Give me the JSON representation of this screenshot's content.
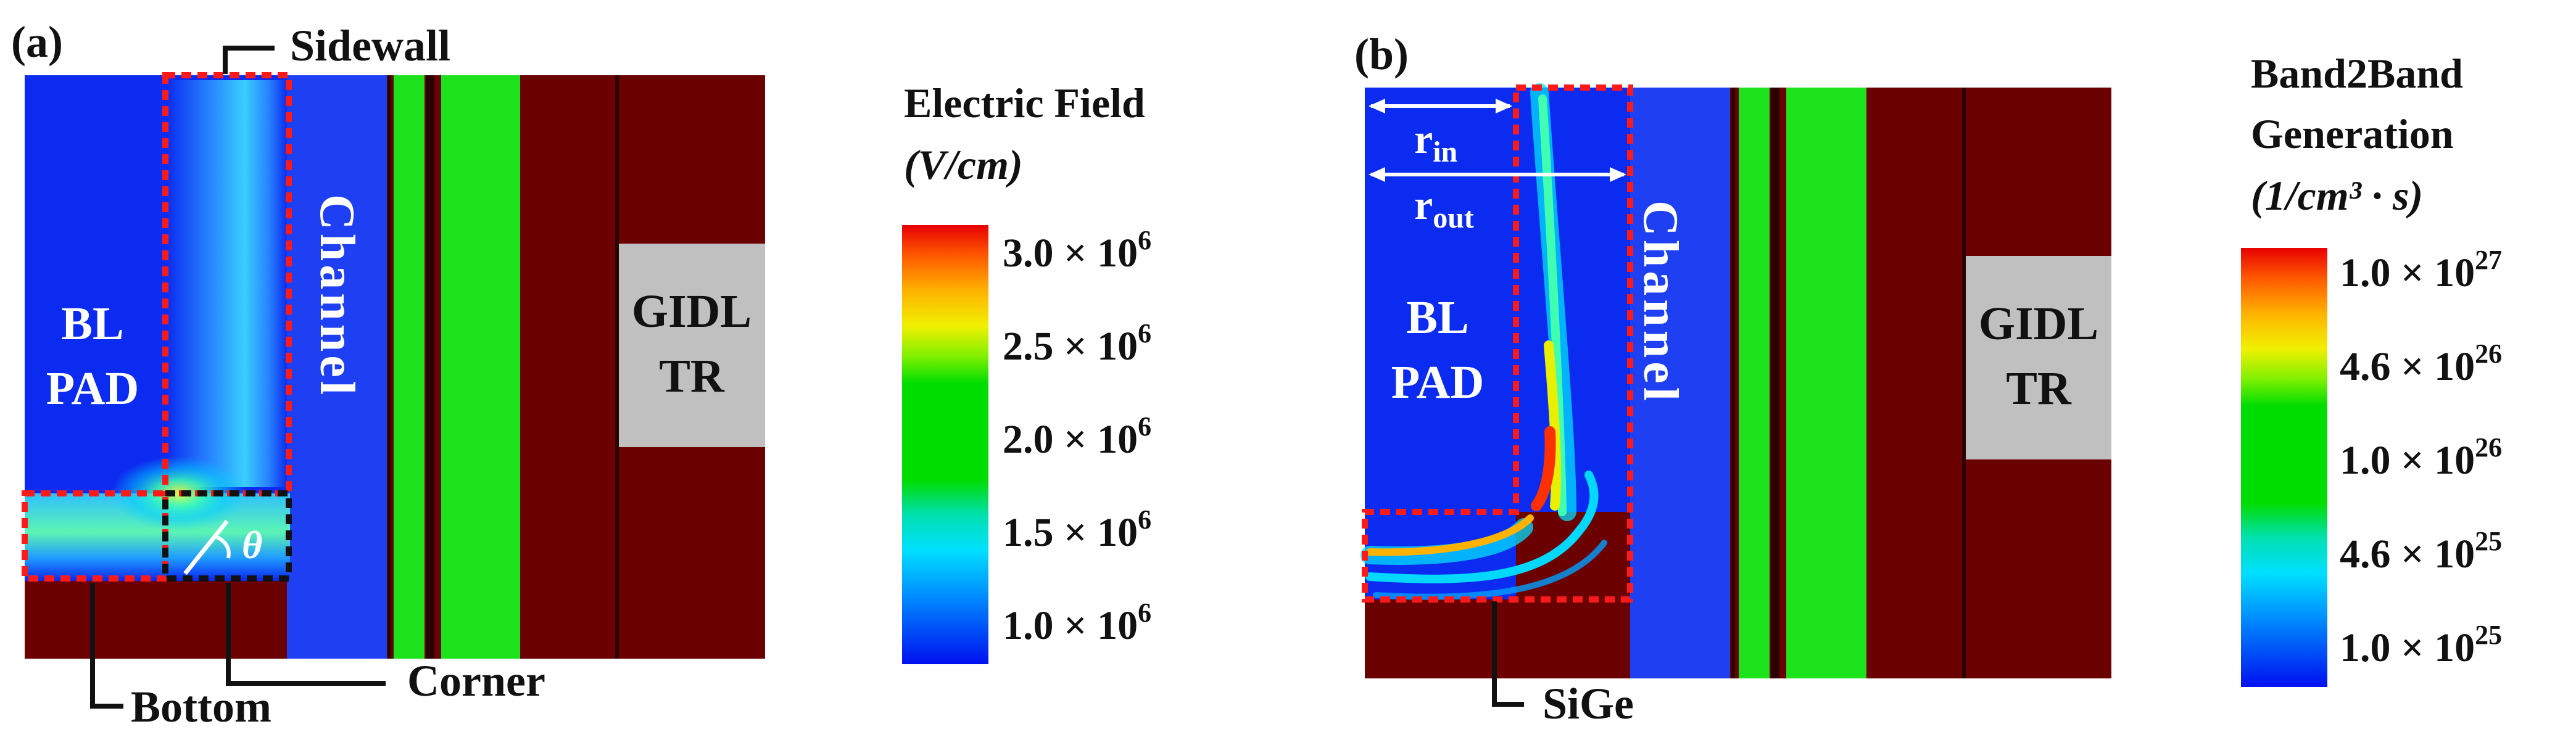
{
  "panel_a": {
    "label": "(a)",
    "region_labels": {
      "bl_pad_line1": "BL",
      "bl_pad_line2": "PAD",
      "channel": "Channel",
      "gidl_line1": "GIDL",
      "gidl_line2": "TR",
      "theta": "θ"
    },
    "callouts": {
      "sidewall": "Sidewall",
      "bottom": "Bottom",
      "corner": "Corner"
    },
    "colorbar": {
      "title_line1": "Electric Field",
      "title_line2": "(V/cm)",
      "ticks": [
        {
          "mantissa": "3.0 × 10",
          "exp": "6"
        },
        {
          "mantissa": "2.5 × 10",
          "exp": "6"
        },
        {
          "mantissa": "2.0 × 10",
          "exp": "6"
        },
        {
          "mantissa": "1.5 × 10",
          "exp": "6"
        },
        {
          "mantissa": "1.0 × 10",
          "exp": "6"
        }
      ]
    }
  },
  "panel_b": {
    "label": "(b)",
    "region_labels": {
      "bl_pad_line1": "BL",
      "bl_pad_line2": "PAD",
      "channel": "Channel",
      "gidl_line1": "GIDL",
      "gidl_line2": "TR"
    },
    "dims": {
      "r_in_base": "r",
      "r_in_sub": "in",
      "r_out_base": "r",
      "r_out_sub": "out"
    },
    "callouts": {
      "sige": "SiGe"
    },
    "colorbar": {
      "title_line1": "Band2Band",
      "title_line2": "Generation",
      "title_line3": "(1/cm³ · s)",
      "ticks": [
        {
          "mantissa": "1.0 × 10",
          "exp": "27"
        },
        {
          "mantissa": "4.6 × 10",
          "exp": "26"
        },
        {
          "mantissa": "1.0 × 10",
          "exp": "26"
        },
        {
          "mantissa": "4.6 × 10",
          "exp": "25"
        },
        {
          "mantissa": "1.0 × 10",
          "exp": "25"
        }
      ]
    }
  },
  "colors": {
    "pad_blue": "#0b2cf0",
    "channel_blue": "#1f3ff2",
    "dark_red": "#6b0000",
    "green": "#1ce21c",
    "gray": "#c0c0c0",
    "dash_red": "#ff1a1a",
    "white": "#ffffff",
    "black": "#111111"
  }
}
